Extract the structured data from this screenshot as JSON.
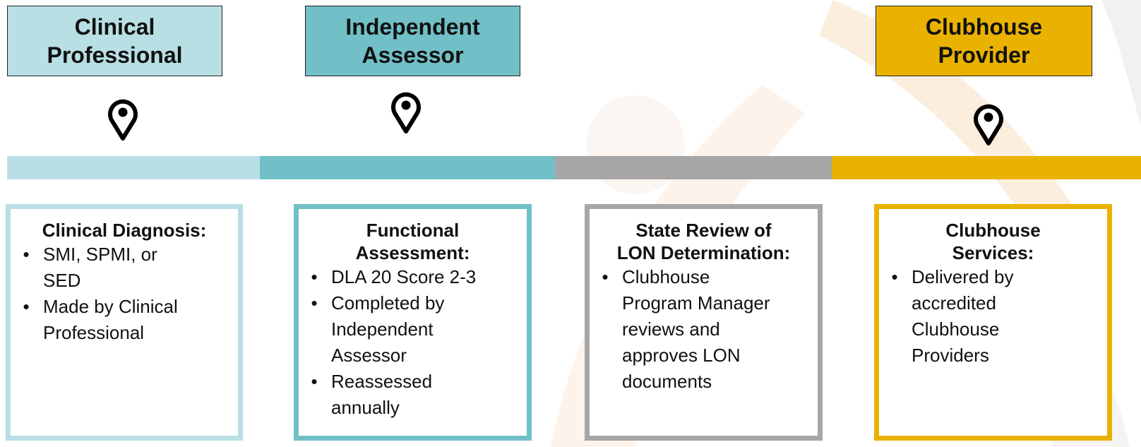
{
  "colors": {
    "stage1": "#b8dfe4",
    "stage2": "#72c0c7",
    "stage3": "#a6a6a6",
    "stage4": "#eab200"
  },
  "stages": [
    {
      "label": "Clinical\nProfessional"
    },
    {
      "label": "Independent\nAssessor"
    },
    {
      "label": "Clubhouse\nProvider"
    }
  ],
  "pins": [
    {
      "icon": "location-pin-icon"
    },
    {
      "icon": "location-pin-icon"
    },
    {
      "icon": "location-pin-icon"
    }
  ],
  "cards": [
    {
      "title": "Clinical Diagnosis:",
      "bullets": [
        "SMI, SPMI, or\nSED",
        "Made by Clinical\nProfessional"
      ]
    },
    {
      "title": "Functional\nAssessment:",
      "bullets": [
        "DLA 20 Score 2-3",
        "Completed by\nIndependent\nAssessor",
        "Reassessed\nannually"
      ]
    },
    {
      "title": "State Review of\nLON Determination:",
      "bullets": [
        "Clubhouse\nProgram Manager\nreviews and\napproves LON\ndocuments"
      ]
    },
    {
      "title": "Clubhouse\nServices:",
      "bullets": [
        "Delivered by\naccredited\nClubhouse\nProviders"
      ]
    }
  ],
  "bullet_char": "•"
}
